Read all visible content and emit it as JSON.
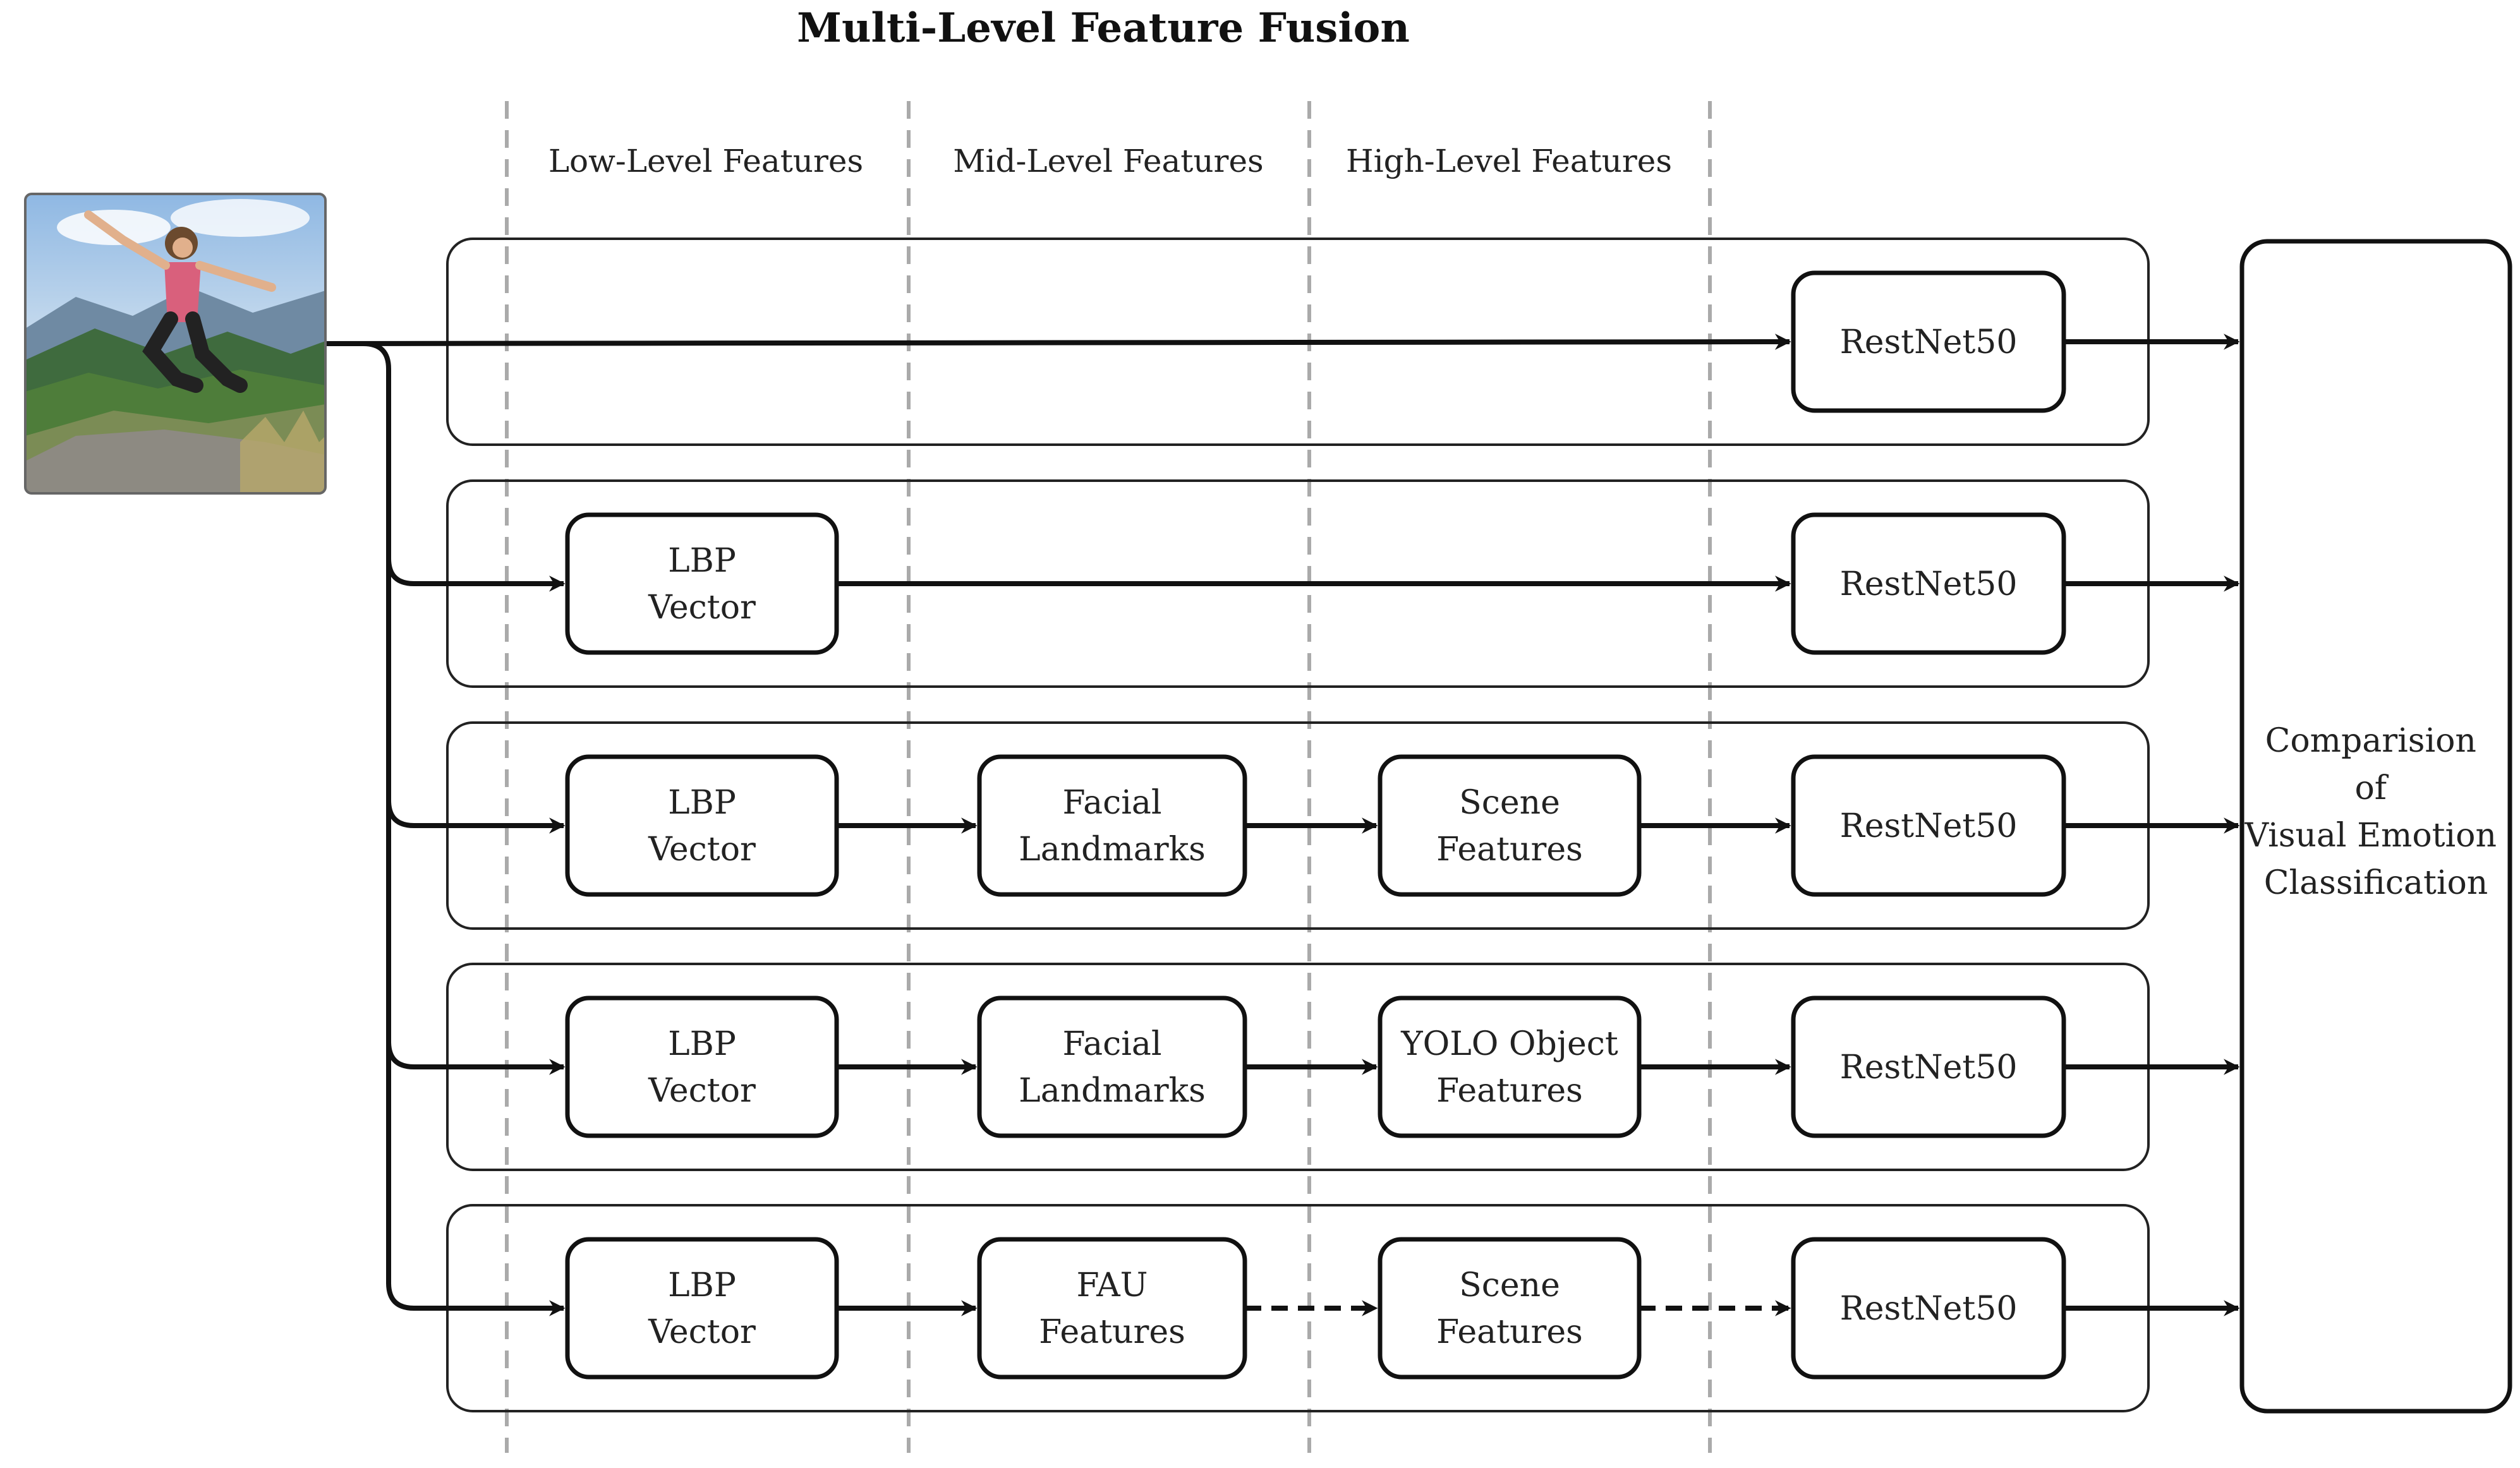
{
  "title": "Multi-Level Feature Fusion",
  "input": {
    "icon": "photo-woman-jumping-mountain"
  },
  "columns": [
    {
      "id": "low",
      "label": "Low-Level Features"
    },
    {
      "id": "mid",
      "label": "Mid-Level Features"
    },
    {
      "id": "high",
      "label": "High-Level Features"
    }
  ],
  "output": {
    "lines": [
      "Comparision",
      "of",
      "Visual Emotion",
      "Classification"
    ]
  },
  "rows": [
    {
      "nodes": [
        {
          "col": "backbone",
          "lines": [
            "RestNet50"
          ]
        }
      ],
      "edges": [
        "solid"
      ]
    },
    {
      "nodes": [
        {
          "col": "low",
          "lines": [
            "LBP",
            "Vector"
          ]
        },
        {
          "col": "backbone",
          "lines": [
            "RestNet50"
          ]
        }
      ],
      "edges": [
        "solid",
        "solid"
      ]
    },
    {
      "nodes": [
        {
          "col": "low",
          "lines": [
            "LBP",
            "Vector"
          ]
        },
        {
          "col": "mid",
          "lines": [
            "Facial",
            "Landmarks"
          ]
        },
        {
          "col": "high",
          "lines": [
            "Scene",
            "Features"
          ]
        },
        {
          "col": "backbone",
          "lines": [
            "RestNet50"
          ]
        }
      ],
      "edges": [
        "solid",
        "solid",
        "solid",
        "solid"
      ]
    },
    {
      "nodes": [
        {
          "col": "low",
          "lines": [
            "LBP",
            "Vector"
          ]
        },
        {
          "col": "mid",
          "lines": [
            "Facial",
            "Landmarks"
          ]
        },
        {
          "col": "high",
          "lines": [
            "YOLO Object",
            "Features"
          ]
        },
        {
          "col": "backbone",
          "lines": [
            "RestNet50"
          ]
        }
      ],
      "edges": [
        "solid",
        "solid",
        "solid",
        "solid"
      ]
    },
    {
      "nodes": [
        {
          "col": "low",
          "lines": [
            "LBP",
            "Vector"
          ]
        },
        {
          "col": "mid",
          "lines": [
            "FAU",
            "Features"
          ]
        },
        {
          "col": "high",
          "lines": [
            "Scene",
            "Features"
          ]
        },
        {
          "col": "backbone",
          "lines": [
            "RestNet50"
          ]
        }
      ],
      "edges": [
        "solid",
        "solid",
        "dashed",
        "dashed"
      ]
    }
  ]
}
